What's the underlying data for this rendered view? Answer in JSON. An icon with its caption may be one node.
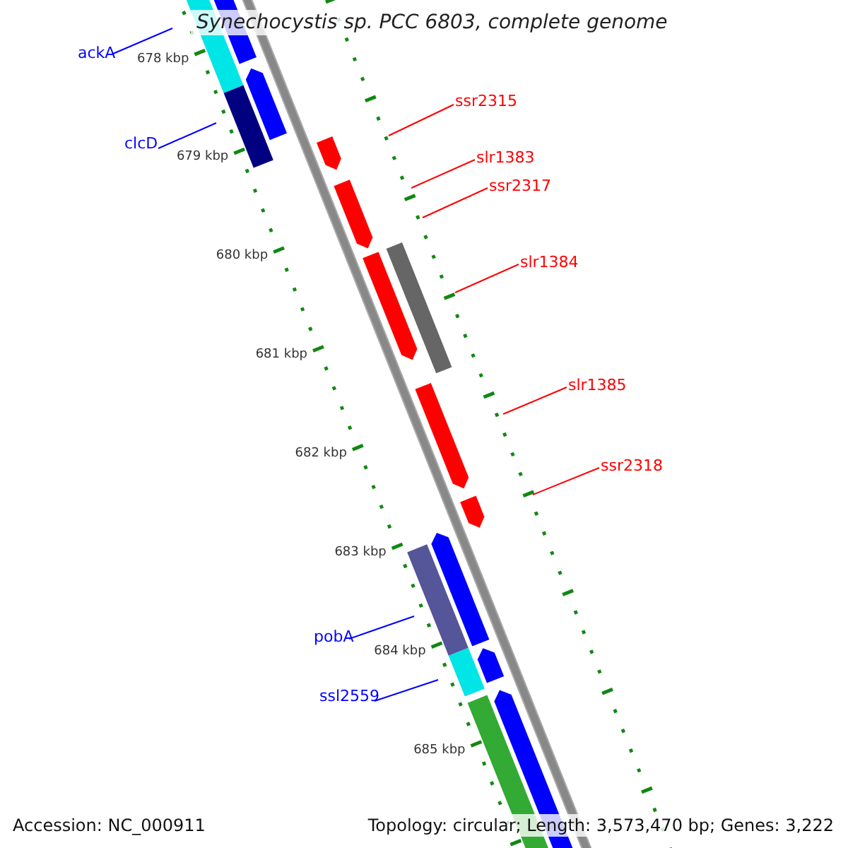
{
  "diagram": {
    "title": "Synechocystis sp. PCC 6803, complete genome",
    "nodes": [
      {
        "text": [
          "ackA"
        ]
      },
      {
        "text": [
          "ssr2315"
        ]
      },
      {
        "text": [
          "clcD"
        ]
      },
      {
        "text": [
          "slr1383"
        ]
      },
      {
        "text": [
          "ssr2317"
        ]
      },
      {
        "text": [
          "slr1384"
        ]
      },
      {
        "text": [
          "slr1385"
        ]
      },
      {
        "text": [
          "ssr2318"
        ]
      },
      {
        "text": [
          "pobA"
        ]
      },
      {
        "text": [
          "ssl2559"
        ]
      }
    ],
    "edges": [
      {
        "from": 0,
        "to": null,
        "arrow": "none",
        "color": "#0000ff"
      },
      {
        "from": 1,
        "to": null,
        "arrow": "none"
      },
      {
        "from": 2,
        "to": null,
        "arrow": "none",
        "color": "#0000ff"
      },
      {
        "from": 3,
        "to": null,
        "arrow": "none"
      },
      {
        "from": 4,
        "to": null,
        "arrow": "none"
      },
      {
        "from": 5,
        "to": null,
        "arrow": "none"
      },
      {
        "from": 6,
        "to": null,
        "arrow": "none"
      },
      {
        "from": 7,
        "to": null,
        "arrow": "none"
      },
      {
        "from": 8,
        "to": null,
        "arrow": "none",
        "color": "#0000ff"
      },
      {
        "from": 9,
        "to": null,
        "arrow": "none",
        "color": "#0000ff"
      }
    ],
    "labels": [
      "678 kbp",
      "679 kbp",
      "680 kbp",
      "681 kbp",
      "682 kbp",
      "683 kbp",
      "684 kbp",
      "685 kbp",
      "Accession: NC_000911",
      "Topology: circular; Length: 3,573,470 bp; Genes: 3,222"
    ]
  }
}
